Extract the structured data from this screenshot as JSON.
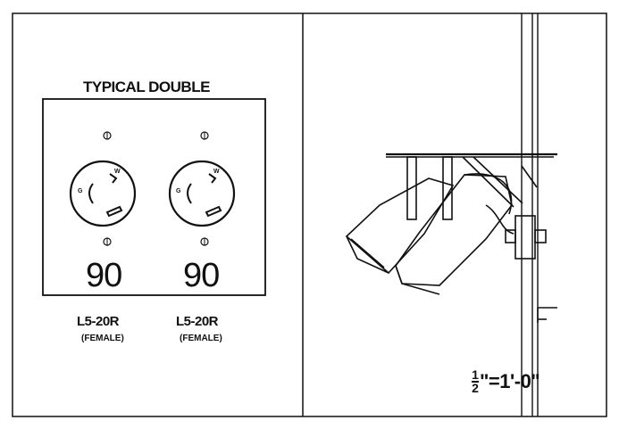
{
  "outlet_panel": {
    "heading": "TYPICAL DOUBLE",
    "outlets": [
      {
        "number": "90",
        "model": "L5-20R",
        "type": "(FEMALE)"
      },
      {
        "number": "90",
        "model": "L5-20R",
        "type": "(FEMALE)"
      }
    ],
    "terminal_labels": {
      "ground": "G",
      "white": "W"
    }
  },
  "scale_note": {
    "numerator": "1",
    "denominator": "2",
    "rest": "\"=1'-0\""
  },
  "colors": {
    "line": "#111111",
    "background": "#ffffff"
  }
}
